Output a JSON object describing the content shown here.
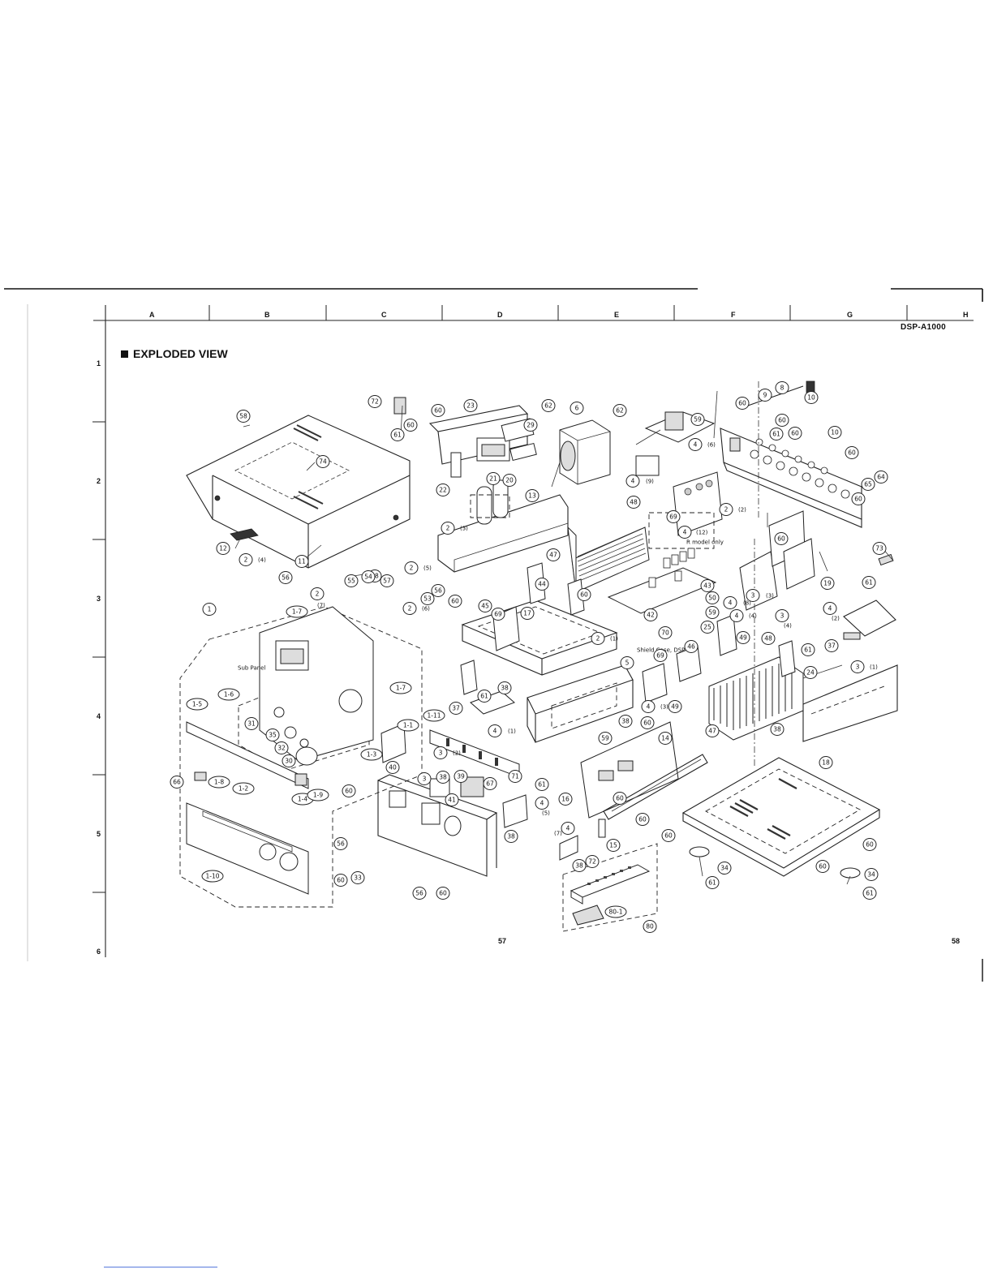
{
  "header": {
    "columns": [
      "A",
      "B",
      "C",
      "D",
      "E",
      "F",
      "G",
      "H"
    ],
    "rows": [
      "1",
      "2",
      "3",
      "4",
      "5",
      "6"
    ],
    "model": "DSP-A1000",
    "title": "EXPLODED VIEW"
  },
  "callouts": {
    "c58a": "58",
    "c74": "74",
    "c12": "12",
    "c11": "11",
    "c58b": "58",
    "c61a": "61",
    "c72a": "72",
    "c60a": "60",
    "c23": "23",
    "c60b": "60",
    "c29": "29",
    "c22": "22",
    "c21": "21",
    "c20": "20",
    "c62a": "62",
    "c6": "6",
    "c62b": "62",
    "c59a": "59",
    "c4_6": "4",
    "c4_6s": "(6)",
    "c13": "13",
    "c2_3": "2",
    "c2_3s": "(3)",
    "c8": "8",
    "c9": "9",
    "c60c": "60",
    "c10a": "10",
    "c60d": "60",
    "c10b": "10",
    "c61b": "61",
    "c60e": "60",
    "c64": "64",
    "c65": "65",
    "c60f": "60",
    "c60g": "60",
    "c2_2": "2",
    "c2_2s": "(2)",
    "c19": "19",
    "c73": "73",
    "c48a": "48",
    "c47": "47",
    "c69a": "69",
    "c4_12": "4",
    "c4_12s": "(12)",
    "rmodel": "R model only",
    "c4_9": "4",
    "c4_9s": "(9)",
    "c4_8": "4",
    "c4_8s": "(8)",
    "c3_3": "3",
    "c3_3s": "(3)",
    "c60h": "60",
    "c2_4": "2",
    "c2_4s": "(4)",
    "c56a": "56",
    "c55": "55",
    "c54": "54",
    "c57": "57",
    "c2_7": "2",
    "c2_7s": "(7)",
    "c2_5": "2",
    "c2_5s": "(5)",
    "c56b": "56",
    "c53": "53",
    "c2_6": "2",
    "c2_6s": "(6)",
    "c60i": "60",
    "c45a": "45",
    "c69b": "69",
    "c17": "17",
    "c44a": "44",
    "c60j": "60",
    "c2_1": "2",
    "c2_1s": "(1)",
    "shield": "Shield Case, DSP",
    "c42": "42",
    "c70": "70",
    "c43": "43",
    "c50": "50",
    "c59b": "59",
    "c25": "25",
    "c4_4": "4",
    "c4_4s": "(4)",
    "c49a": "49",
    "c4_2": "4",
    "c4_2s": "(2)",
    "c61c": "61",
    "c37a": "37",
    "c3_4": "3",
    "c3_4s": "(4)",
    "c3_1": "3",
    "c3_1s": "(1)",
    "c48b": "48",
    "c61d": "61",
    "c24": "24",
    "c46": "46",
    "c69c": "69",
    "c4_3": "4",
    "c4_3s": "(3)",
    "c49b": "49",
    "c47b": "47",
    "c38a": "38",
    "c5": "5",
    "c14": "14",
    "c38b": "38",
    "c60k": "60",
    "c59c": "59",
    "c1": "1",
    "subpanel": "Sub Panel",
    "c1_7a": "1-7",
    "c1_6": "1-6",
    "c1_5": "1-5",
    "c1_7b": "1-7",
    "c1_1": "1-1",
    "c1_11": "1-11",
    "c1_3": "1-3",
    "c31": "31",
    "c35": "35",
    "c32": "32",
    "c30": "30",
    "c1_2": "1-2",
    "c1_8": "1-8",
    "c1_4": "1-4",
    "c1_9": "1-9",
    "c66": "66",
    "c1_10": "1-10",
    "c61e": "61",
    "c38c": "38",
    "c37b": "37",
    "c4_1": "4",
    "c4_1s": "(1)",
    "c3_2": "3",
    "c3_2s": "(2)",
    "c40": "40",
    "c3b": "3",
    "c38d": "38",
    "c39": "39",
    "c67": "67",
    "c41": "41",
    "c71": "71",
    "c61f": "61",
    "c60l": "60",
    "c4_5": "4",
    "c4_5s": "(5)",
    "c38e": "38",
    "c56c": "56",
    "c60m": "60",
    "c33": "33",
    "c56d": "56",
    "c60n": "60",
    "c4_7": "4",
    "c4_7s": "(7)",
    "c38f": "38",
    "c72b": "72",
    "c16": "16",
    "c60o": "60",
    "c15": "15",
    "c60p": "60",
    "c18": "18",
    "c60q": "60",
    "c34a": "34",
    "c61g": "61",
    "c60r": "60",
    "c34b": "34",
    "c61h": "61",
    "c60s": "60",
    "c80_1": "80-1",
    "c80": "80"
  },
  "footer": {
    "page_left": "57",
    "page_right": "58"
  }
}
